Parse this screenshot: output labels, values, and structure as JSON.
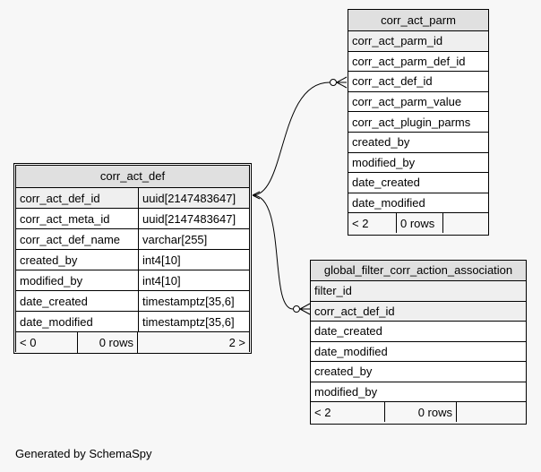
{
  "tables": {
    "corr_act_def": {
      "title": "corr_act_def",
      "columns": [
        {
          "name": "corr_act_def_id",
          "type": "uuid[2147483647]"
        },
        {
          "name": "corr_act_meta_id",
          "type": "uuid[2147483647]"
        },
        {
          "name": "corr_act_def_name",
          "type": "varchar[255]"
        },
        {
          "name": "created_by",
          "type": "int4[10]"
        },
        {
          "name": "modified_by",
          "type": "int4[10]"
        },
        {
          "name": "date_created",
          "type": "timestamptz[35,6]"
        },
        {
          "name": "date_modified",
          "type": "timestamptz[35,6]"
        }
      ],
      "footer": {
        "parents": "< 0",
        "rows": "0 rows",
        "children": "2 >"
      }
    },
    "corr_act_parm": {
      "title": "corr_act_parm",
      "columns": [
        "corr_act_parm_id",
        "corr_act_parm_def_id",
        "corr_act_def_id",
        "corr_act_parm_value",
        "corr_act_plugin_parms",
        "created_by",
        "modified_by",
        "date_created",
        "date_modified"
      ],
      "footer": {
        "parents": "< 2",
        "rows": "0 rows",
        "children": ""
      }
    },
    "global_filter": {
      "title": "global_filter_corr_action_association",
      "columns": [
        "filter_id",
        "corr_act_def_id",
        "date_created",
        "date_modified",
        "created_by",
        "modified_by"
      ],
      "footer": {
        "parents": "< 2",
        "rows": "0 rows",
        "children": ""
      }
    }
  },
  "credit": "Generated by SchemaSpy"
}
